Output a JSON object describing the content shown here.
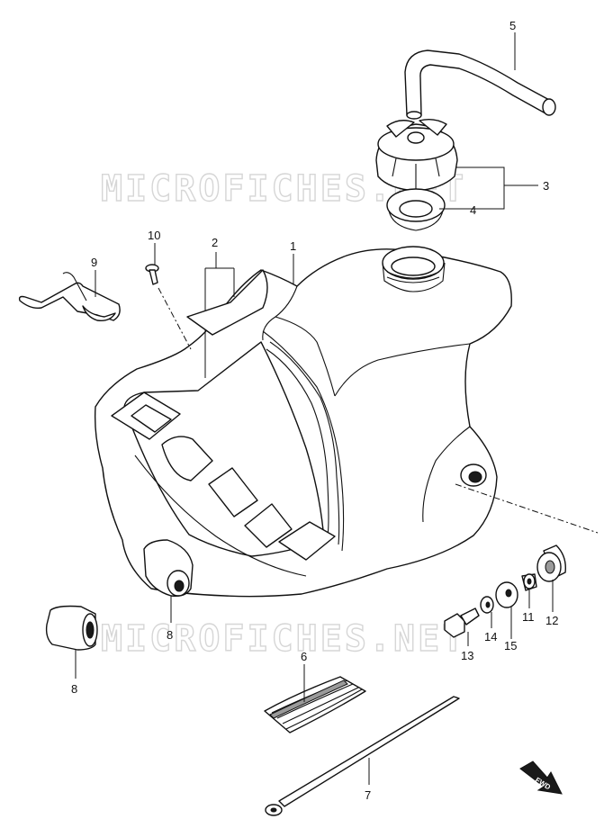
{
  "watermark": "MICROFICHES.NET",
  "fwd_badge": "FWD",
  "callouts": {
    "p1": "1",
    "p2": "2",
    "p3": "3",
    "p4": "4",
    "p5": "5",
    "p6": "6",
    "p7": "7",
    "p8a": "8",
    "p8b": "8",
    "p9": "9",
    "p10": "10",
    "p11": "11",
    "p12": "12",
    "p13": "13",
    "p14": "14",
    "p15": "15"
  }
}
